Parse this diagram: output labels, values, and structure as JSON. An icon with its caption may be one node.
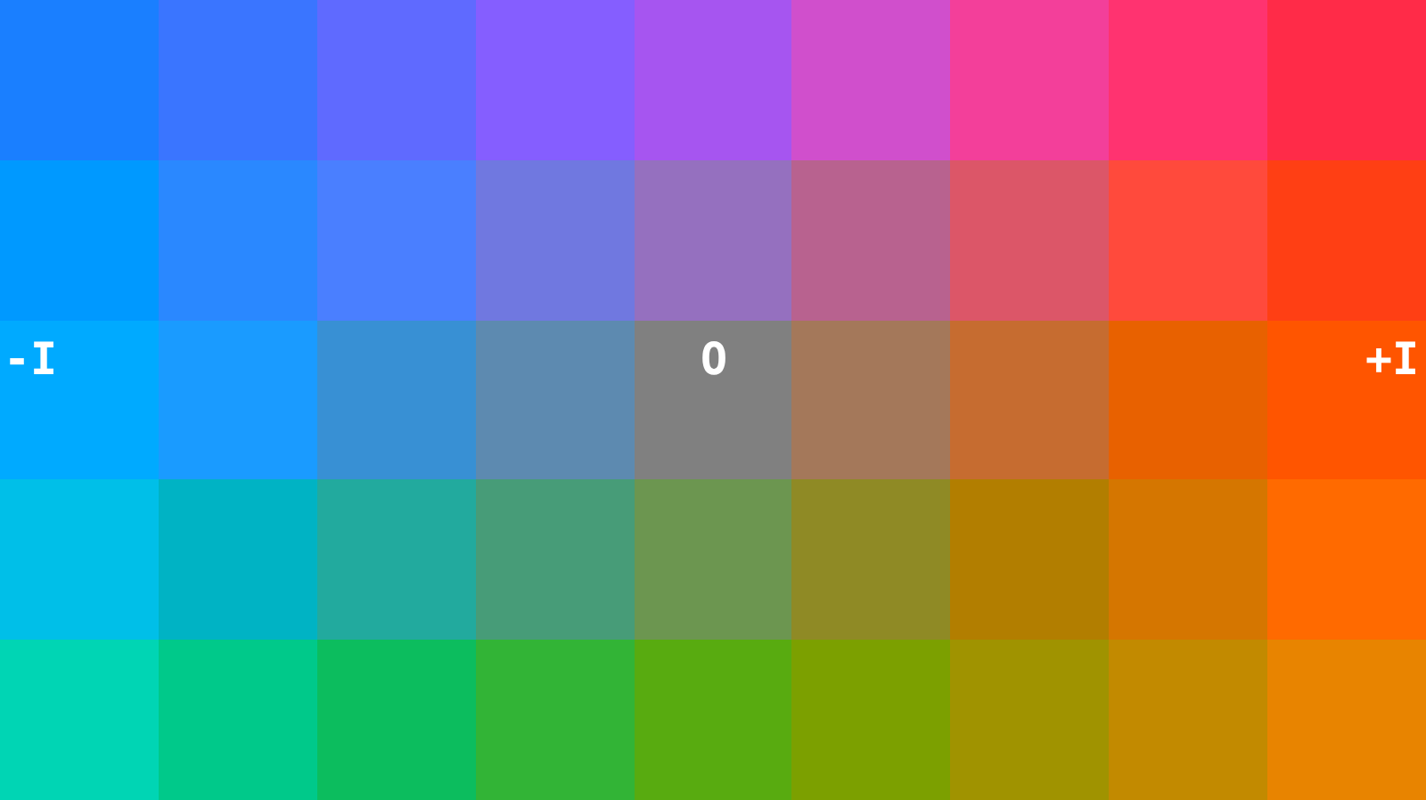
{
  "diagram": {
    "labels": [
      "-I",
      "O",
      "+I"
    ]
  }
}
